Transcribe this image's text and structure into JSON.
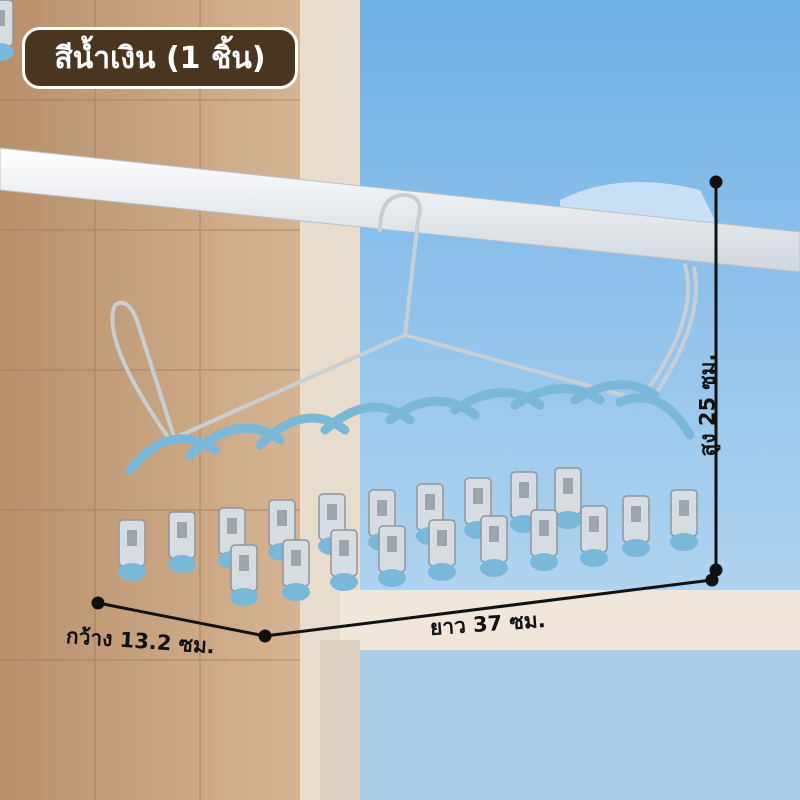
{
  "badge": {
    "label": "สีน้ำเงิน (1 ชิ้น)"
  },
  "dimensions": {
    "width_label": "กว้าง 13.2 ซม.",
    "length_label": "ยาว 37 ซม.",
    "height_label": "สูง 25 ซม."
  },
  "colors": {
    "badge_bg": "#4a3520",
    "clip_blue": "#7ab8d9",
    "sky": "#8fc3ea",
    "wall": "#c9a582"
  }
}
